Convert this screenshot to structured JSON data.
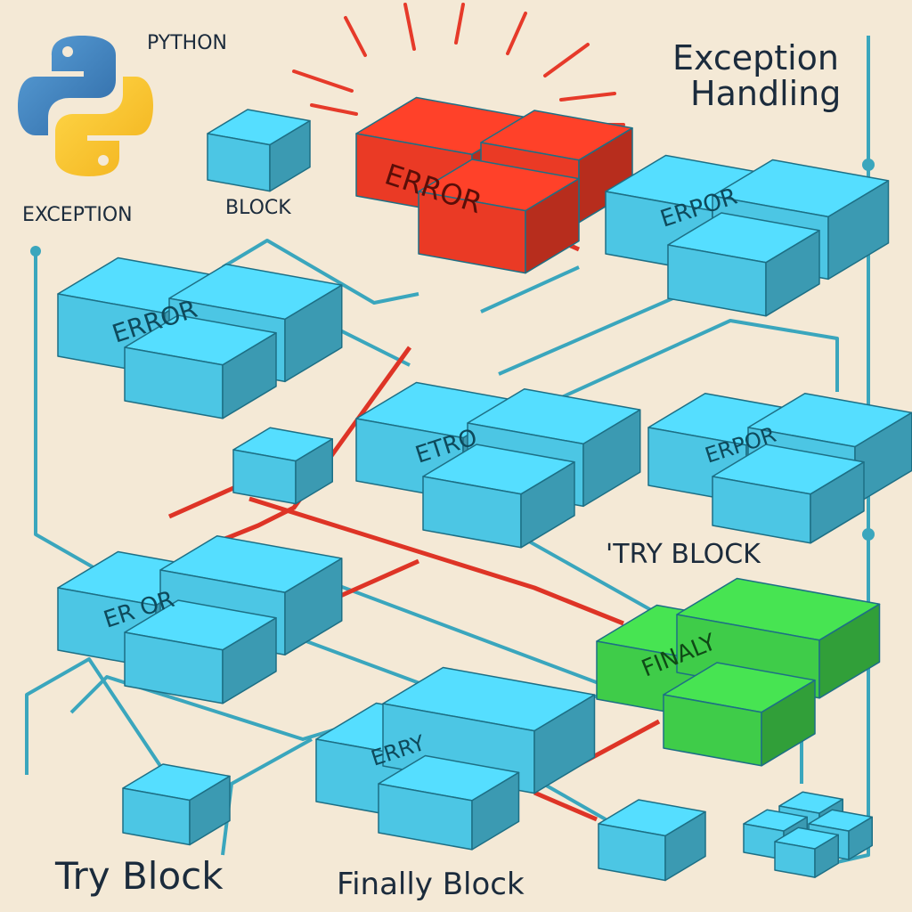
{
  "labels": {
    "python": "PYTHON",
    "exception": "EXCEPTION",
    "block": "BLOCK",
    "exception_handling_line1": "Exception",
    "exception_handling_line2": "Handling",
    "try_block_right": "'TRY BLOCK",
    "try_block_bottom": "Try Block",
    "finally_block": "Finally Block"
  },
  "block_texts": {
    "red_error": "ERROR",
    "top_right_error": "ERPOR",
    "left_error": "ERROR",
    "center_error": "ETRO",
    "right_error": "ERPOR",
    "lower_left_error": "ER OR",
    "bottom_center": "ERRY",
    "finally": "FINALY"
  },
  "colors": {
    "background": "#f4e9d6",
    "cyan_block": "#4cc6e4",
    "red_block": "#ea3a25",
    "green_block": "#3fcc49",
    "connector": "#3aa6bd",
    "error_line": "#de3426"
  }
}
